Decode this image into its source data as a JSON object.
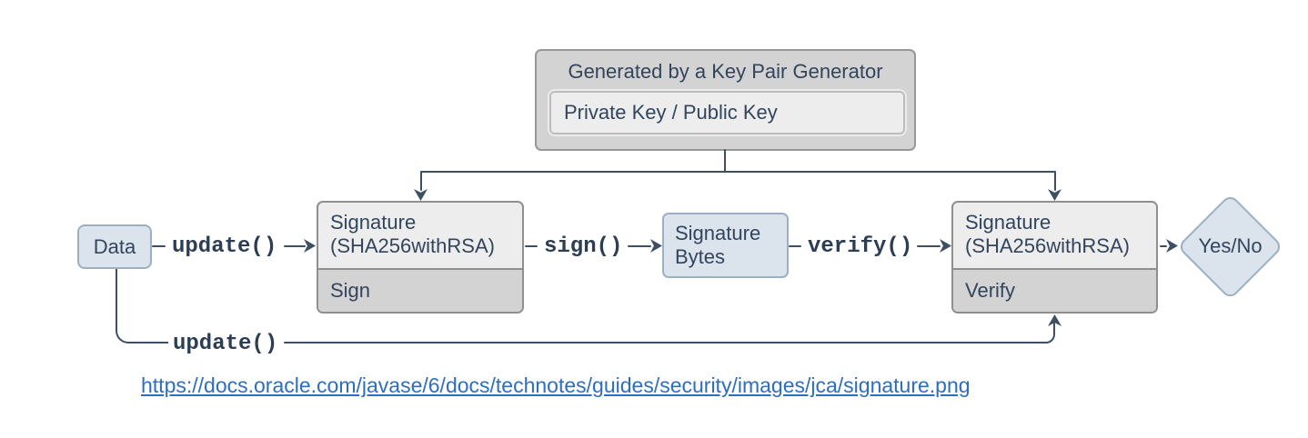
{
  "colors": {
    "background": "#ffffff",
    "gray_fill": "#d3d3d3",
    "gray_border": "#8f8f8f",
    "light_fill": "#ededed",
    "inner_border": "#bcbcbc",
    "blue_fill": "#dbe3ed",
    "blue_border": "#9db0c2",
    "connector": "#3e4e64",
    "box_text": "#32455c",
    "method_text": "#2c3e54",
    "link": "#2e6ebe"
  },
  "generator": {
    "title": "Generated by a Key Pair Generator",
    "keys_label": "Private Key / Public Key"
  },
  "nodes": {
    "data": "Data",
    "sign_engine": {
      "name_line1": "Signature",
      "name_line2": "(SHA256withRSA)",
      "operation": "Sign"
    },
    "signature_bytes": {
      "line1": "Signature",
      "line2": "Bytes"
    },
    "verify_engine": {
      "name_line1": "Signature",
      "name_line2": "(SHA256withRSA)",
      "operation": "Verify"
    },
    "result": "Yes/No"
  },
  "edges": {
    "update_top": "update()",
    "sign_call": "sign()",
    "verify_call": "verify()",
    "update_bottom": "update()"
  },
  "source": {
    "url": "https://docs.oracle.com/javase/6/docs/technotes/guides/security/images/jca/signature.png"
  }
}
